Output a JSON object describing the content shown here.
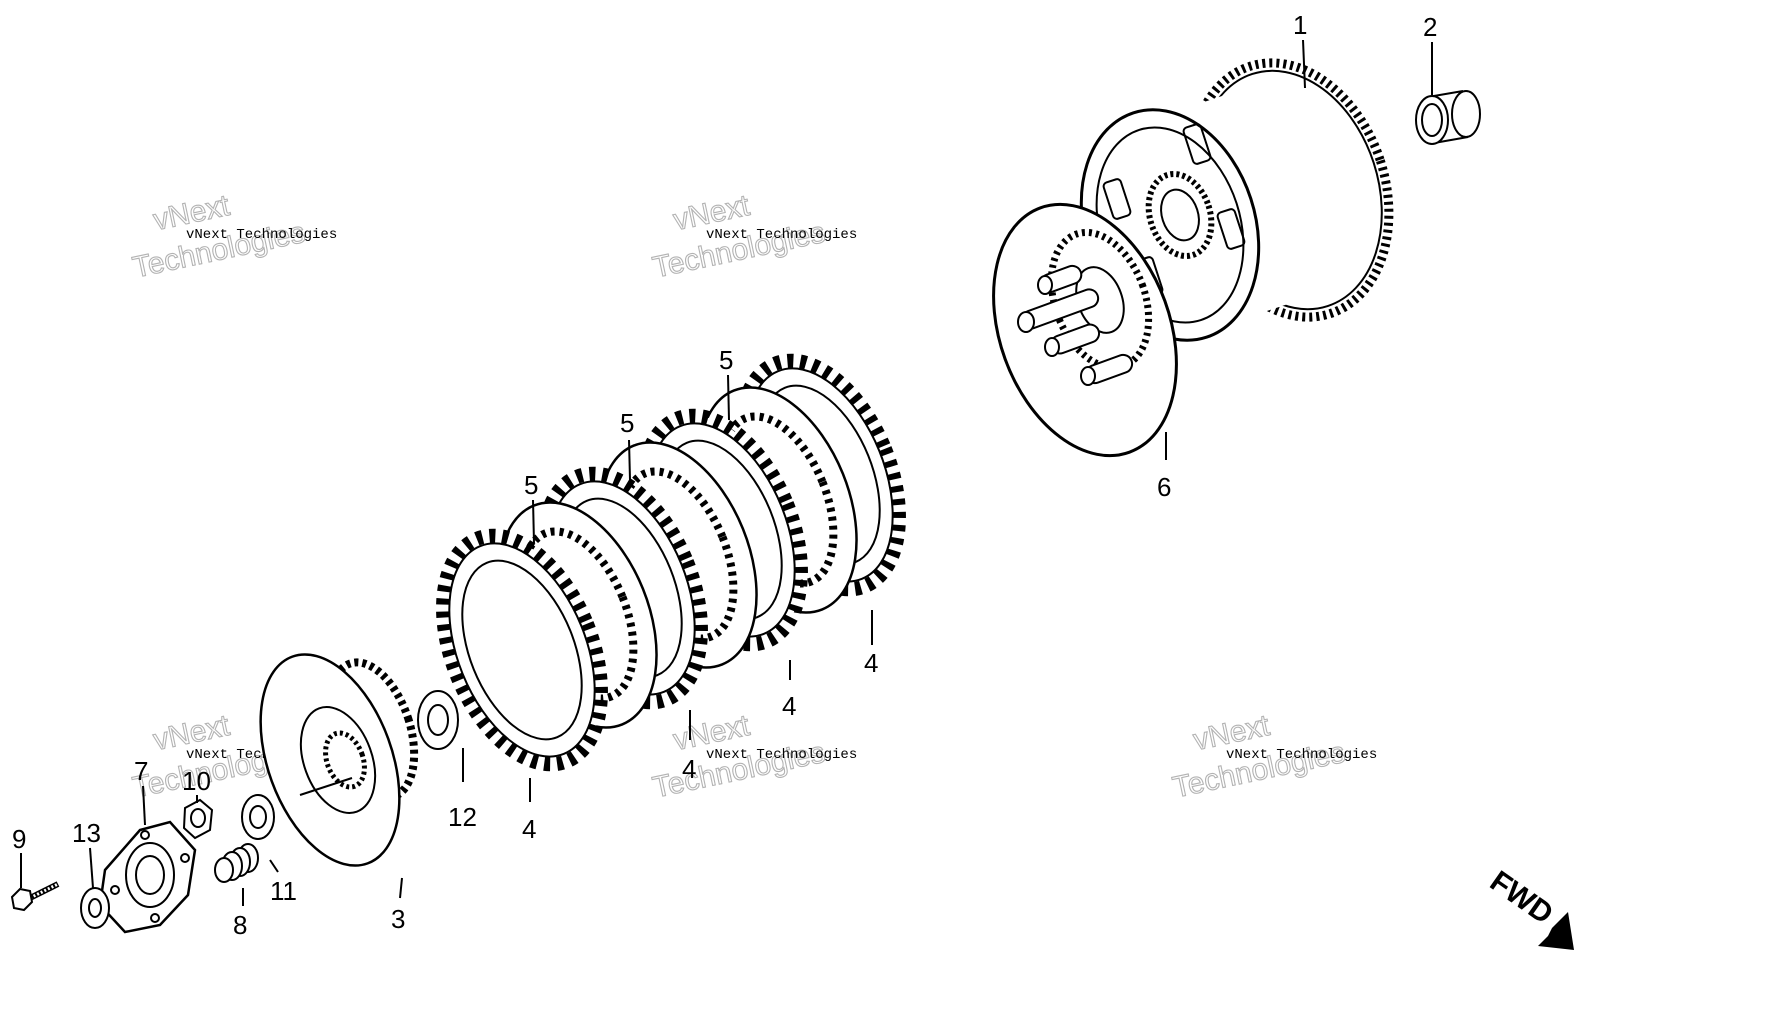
{
  "callouts": [
    {
      "id": "1",
      "label": "1"
    },
    {
      "id": "2",
      "label": "2"
    },
    {
      "id": "3",
      "label": "3"
    },
    {
      "id": "4a",
      "label": "4"
    },
    {
      "id": "4b",
      "label": "4"
    },
    {
      "id": "4c",
      "label": "4"
    },
    {
      "id": "4d",
      "label": "4"
    },
    {
      "id": "5a",
      "label": "5"
    },
    {
      "id": "5b",
      "label": "5"
    },
    {
      "id": "5c",
      "label": "5"
    },
    {
      "id": "6",
      "label": "6"
    },
    {
      "id": "7",
      "label": "7"
    },
    {
      "id": "8",
      "label": "8"
    },
    {
      "id": "9",
      "label": "9"
    },
    {
      "id": "10",
      "label": "10"
    },
    {
      "id": "11",
      "label": "11"
    },
    {
      "id": "12",
      "label": "12"
    },
    {
      "id": "13",
      "label": "13"
    }
  ],
  "watermark": {
    "top": "vNext",
    "middle": "vNext Technologies",
    "bottom": "Technologies"
  },
  "direction_indicator": "FWD"
}
